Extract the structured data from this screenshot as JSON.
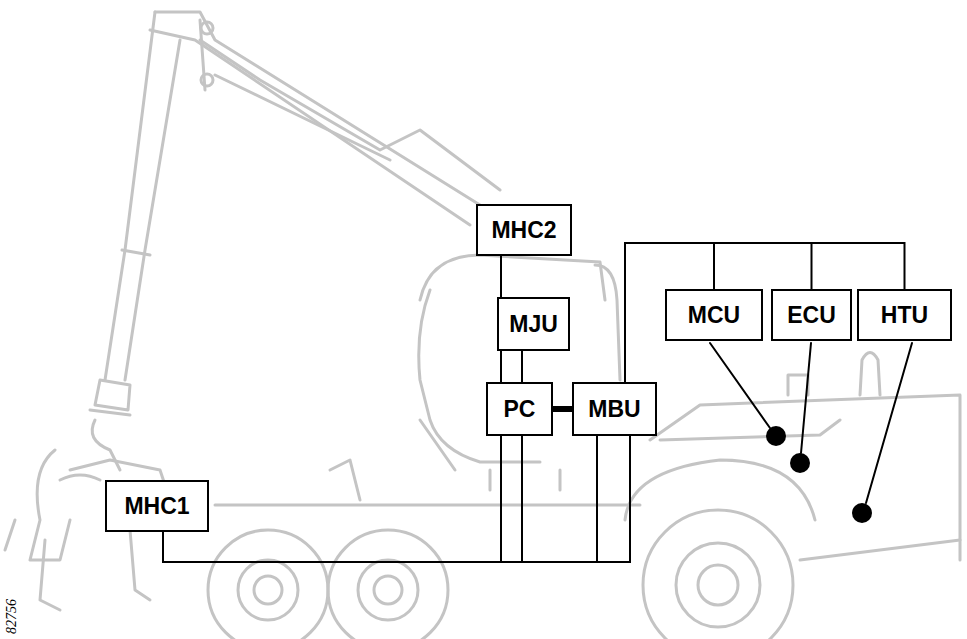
{
  "diagram": {
    "nodes": [
      {
        "text": [
          "MHC2"
        ]
      },
      {
        "text": [
          "MJU"
        ]
      },
      {
        "text": [
          "PC"
        ]
      },
      {
        "text": [
          "MBU"
        ]
      },
      {
        "text": [
          "MCU"
        ]
      },
      {
        "text": [
          "ECU"
        ]
      },
      {
        "text": [
          "HTU"
        ]
      },
      {
        "text": [
          "MHC1"
        ]
      }
    ],
    "edges": [
      {
        "from": 0,
        "to": 3,
        "arrow": "none"
      },
      {
        "from": 1,
        "to": 3,
        "arrow": "none"
      },
      {
        "from": 2,
        "to": 3,
        "arrow": "none"
      },
      {
        "from": 3,
        "to": 4,
        "arrow": "none"
      },
      {
        "from": 3,
        "to": 5,
        "arrow": "none"
      },
      {
        "from": 3,
        "to": 6,
        "arrow": "none"
      },
      {
        "from": 3,
        "to": 7,
        "arrow": "none"
      }
    ],
    "labels": [
      "82756"
    ]
  }
}
